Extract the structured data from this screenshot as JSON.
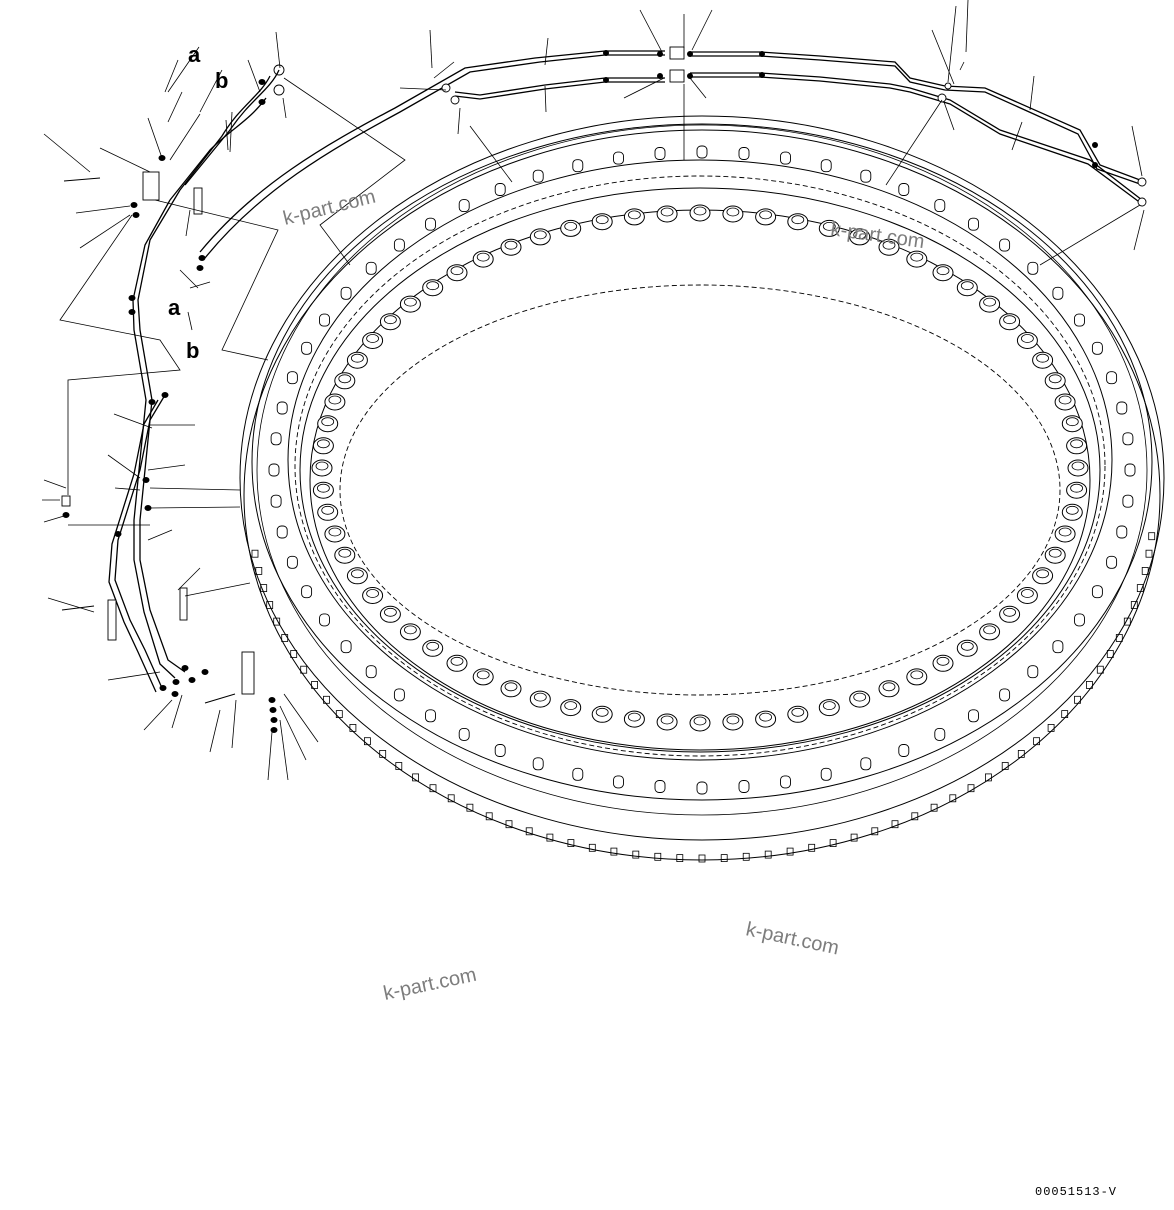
{
  "drawing": {
    "drawing_number": "00051513-V",
    "leader_letters": [
      "a",
      "b",
      "a",
      "b"
    ],
    "watermarks": [
      "k-part.com",
      "k-part.com",
      "k-part.com",
      "k-part.com"
    ]
  }
}
